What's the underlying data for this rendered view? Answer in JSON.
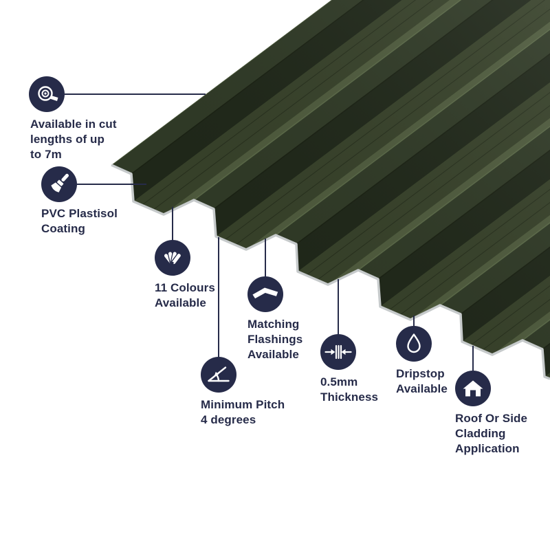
{
  "page": {
    "background": "#ffffff",
    "accent": "#262b49"
  },
  "product": {
    "render": "box-profile-roofing-sheet",
    "sheet_colors": {
      "pan": "#364029",
      "crest": "#2f3926",
      "highlight_slope": "#4d593c",
      "shadow_slope": "#1f2719",
      "cut_edge_galvanised": "#c6cacb"
    }
  },
  "callouts": [
    {
      "icon": "tape-measure-icon",
      "label": "Available in cut\nlengths of up\nto 7m"
    },
    {
      "icon": "paint-brush-icon",
      "label": "PVC Plastisol\nCoating"
    },
    {
      "icon": "colour-fan-icon",
      "label": "11 Colours\nAvailable"
    },
    {
      "icon": "flashing-icon",
      "label": "Matching\nFlashings\nAvailable"
    },
    {
      "icon": "pitch-angle-icon",
      "label": "Minimum Pitch\n4 degrees"
    },
    {
      "icon": "thickness-icon",
      "label": "0.5mm\nThickness"
    },
    {
      "icon": "droplet-icon",
      "label": "Dripstop\nAvailable"
    },
    {
      "icon": "house-icon",
      "label": "Roof Or Side\nCladding\nApplication"
    }
  ]
}
